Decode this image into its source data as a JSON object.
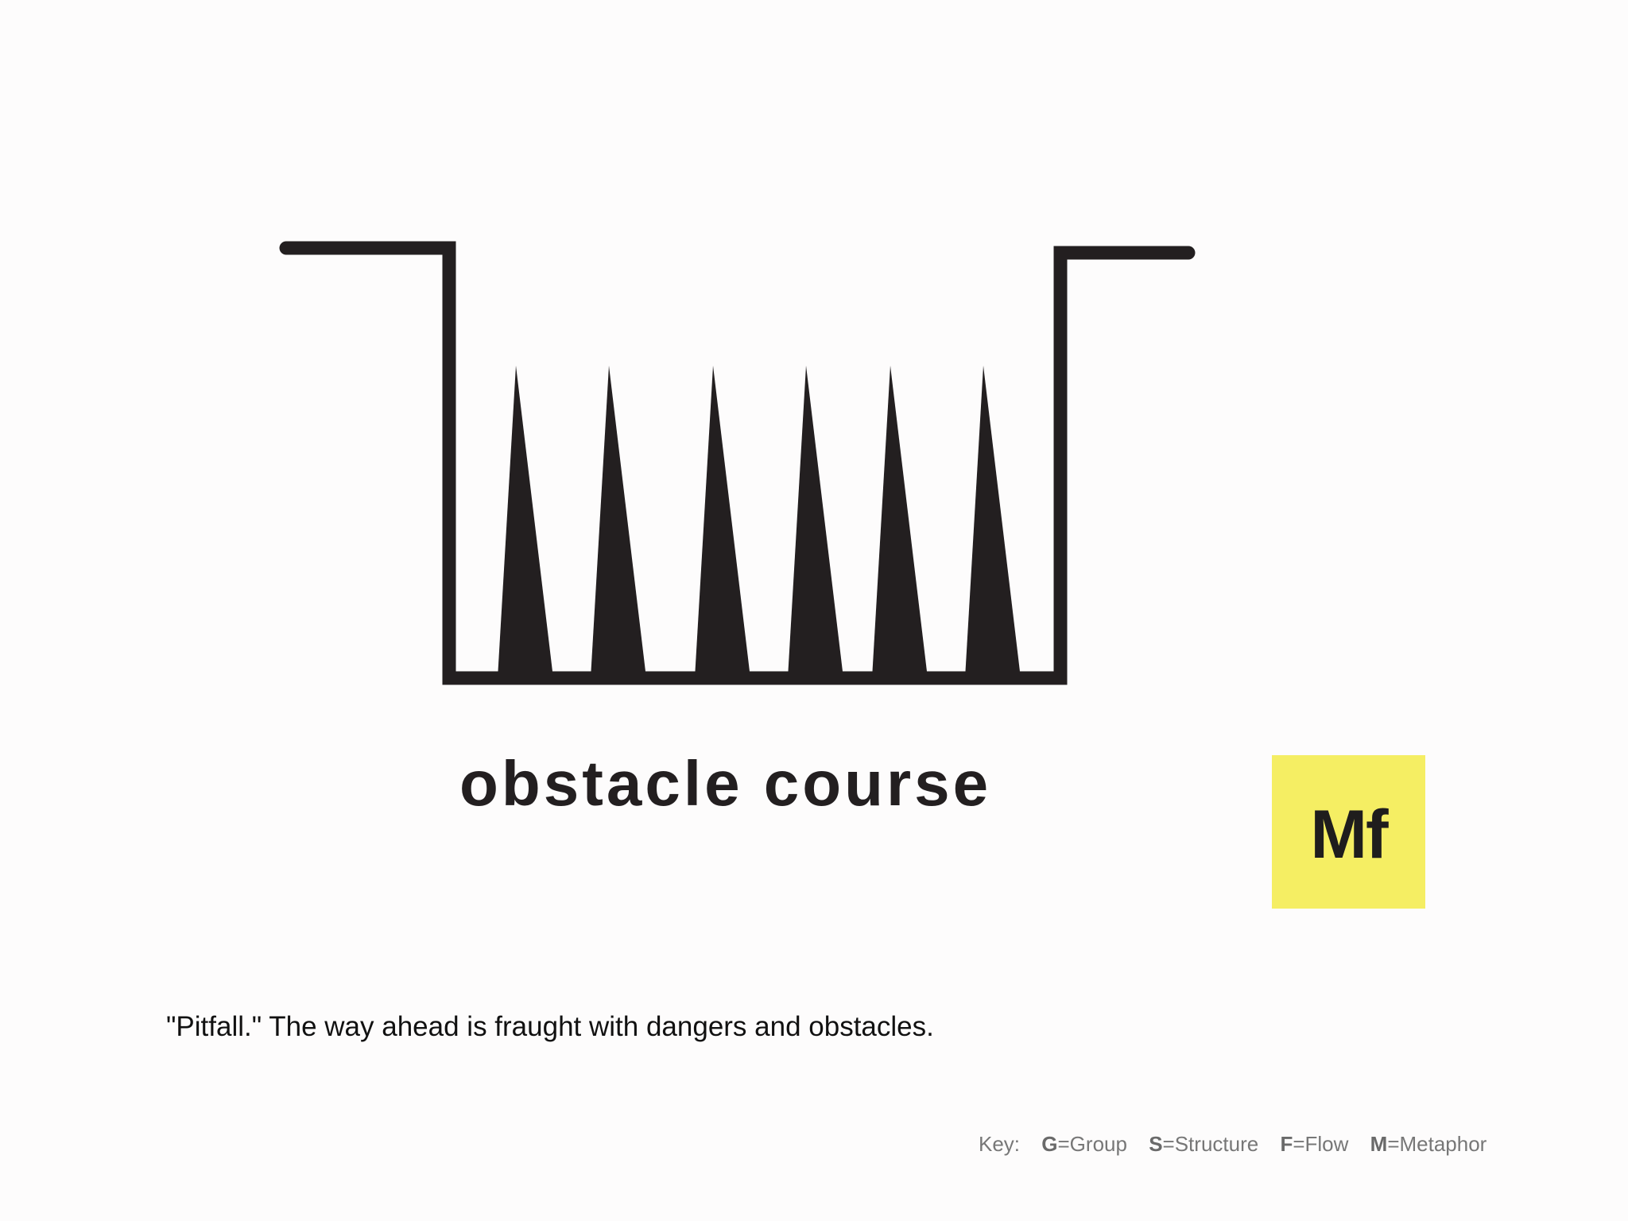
{
  "diagram": {
    "title": "obstacle course",
    "icon": "pit-with-spikes-icon"
  },
  "badge": {
    "label": "Mf",
    "color": "#f5ee63"
  },
  "caption": {
    "text": "\"Pitfall.\" The way ahead is fraught with dangers and obstacles."
  },
  "key": {
    "prefix": "Key:",
    "entries": [
      {
        "letter": "G",
        "meaning": "=Group"
      },
      {
        "letter": "S",
        "meaning": "=Structure"
      },
      {
        "letter": "F",
        "meaning": "=Flow"
      },
      {
        "letter": "M",
        "meaning": "=Metaphor"
      }
    ]
  },
  "colors": {
    "background": "#fdfcfc",
    "ink": "#231f20"
  }
}
